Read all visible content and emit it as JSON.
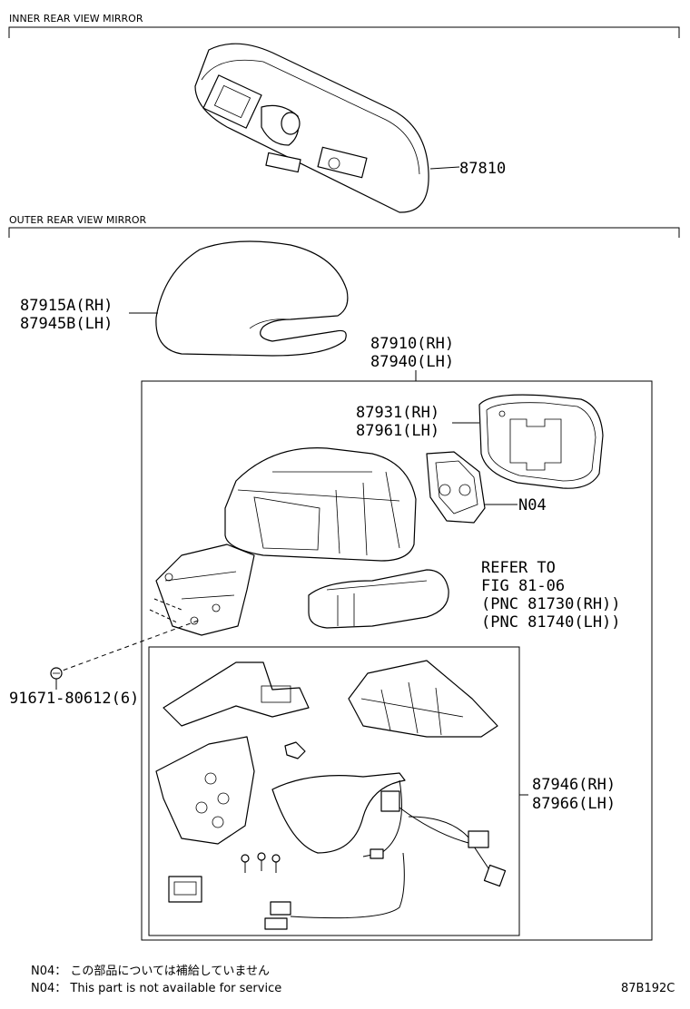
{
  "sections": {
    "inner": {
      "title": "INNER REAR VIEW MIRROR"
    },
    "outer": {
      "title": "OUTER REAR VIEW MIRROR"
    }
  },
  "labels": {
    "inner_mirror": "87810",
    "cover_rh": "87915A(RH)",
    "cover_lh": "87945B(LH)",
    "assy_rh": "87910(RH)",
    "assy_lh": "87940(LH)",
    "glass_rh": "87931(RH)",
    "glass_lh": "87961(LH)",
    "n04": "N04",
    "refer_1": "REFER TO",
    "refer_2": "FIG 81-06",
    "refer_3": "(PNC 81730(RH))",
    "refer_4": "(PNC 81740(LH))",
    "screw": "91671-80612(6)",
    "sub_rh": "87946(RH)",
    "sub_lh": "87966(LH)"
  },
  "notes": {
    "n04_jp": "N04： この部品については補給していません",
    "n04_en": "N04： This part is not available for service"
  },
  "figure_code": "87B192C"
}
